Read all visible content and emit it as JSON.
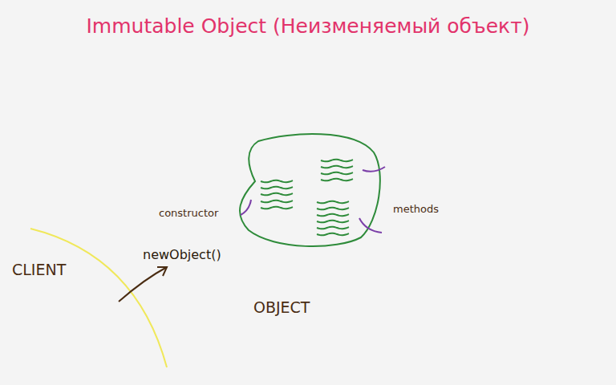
{
  "diagram": {
    "title": "Immutable Object (Неизменяемый объект)",
    "labels": [
      "constructor",
      "methods",
      "newObject()",
      "CLIENT",
      "OBJECT"
    ]
  }
}
